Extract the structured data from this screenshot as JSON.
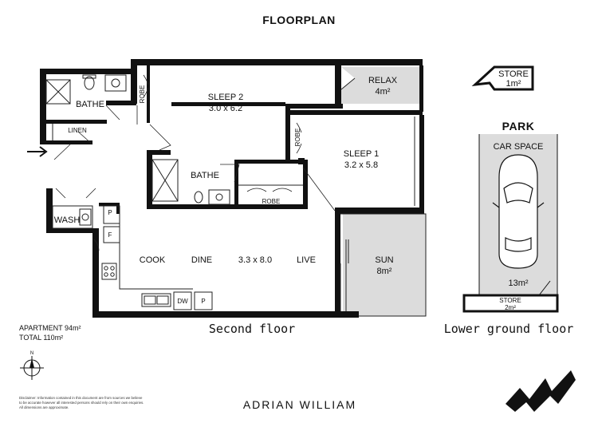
{
  "title": "FLOORPLAN",
  "rooms": {
    "sleep2": {
      "name": "SLEEP 2",
      "size": "3.0 x 6.2"
    },
    "sleep1": {
      "name": "SLEEP 1",
      "size": "3.2 x 5.8"
    },
    "relax": {
      "name": "RELAX",
      "area": "4m²"
    },
    "bathe_top": "BATHE",
    "bathe_mid": "BATHE",
    "linen": "LINEN",
    "wash": "WASH",
    "robe_a": "ROBE",
    "robe_b": "ROBE",
    "robe_c": "ROBE",
    "pantry_top": "P",
    "fridge": "F",
    "cook": "COOK",
    "dine": "DINE",
    "living_size": "3.3 x 8.0",
    "live": "LIVE",
    "dw": "DW",
    "pantry_bottom": "P",
    "sun": {
      "name": "SUN",
      "area": "8m²"
    }
  },
  "store_top": {
    "name": "STORE",
    "area": "1m²"
  },
  "park": {
    "title": "PARK",
    "car_space": "CAR SPACE",
    "area": "13m²",
    "store_name": "STORE",
    "store_area": "2m²"
  },
  "floor_labels": {
    "second": "Second floor",
    "lower": "Lower ground floor"
  },
  "totals": {
    "apartment": "APARTMENT 94m²",
    "total": "TOTAL 110m²"
  },
  "compass_label": "N",
  "disclaimer": [
    "Disclaimer: Information contained in this document are from sources we believe",
    "to be accurate however all interested persons should rely on their own enquiries.",
    "All dimensions are approximate."
  ],
  "brand": "ADRIAN WILLIAM",
  "colors": {
    "wall": "#111111",
    "shaded": "#dcdcdc",
    "line": "#222222"
  }
}
